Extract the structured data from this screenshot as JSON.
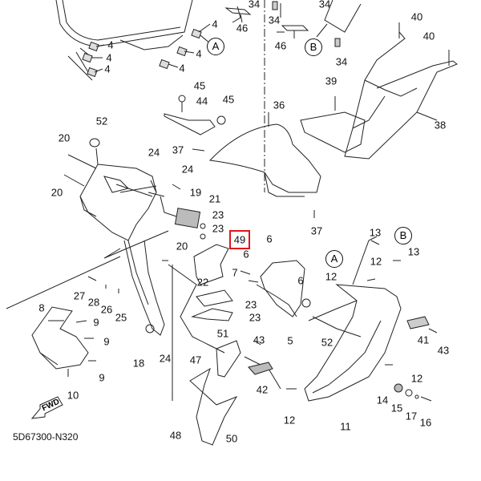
{
  "diagram": {
    "catalog_code": "5D67300-N320",
    "direction_mark": "FWD",
    "highlight_color": "#e0141c",
    "highlighted_part": "49",
    "callouts": [
      {
        "id": "c1",
        "num": "4"
      },
      {
        "id": "c2",
        "num": "4"
      },
      {
        "id": "c3",
        "num": "4"
      },
      {
        "id": "c4",
        "num": "4"
      },
      {
        "id": "c5",
        "num": "4"
      },
      {
        "id": "c6",
        "num": "4"
      },
      {
        "id": "c7",
        "num": "34"
      },
      {
        "id": "c8",
        "num": "34"
      },
      {
        "id": "c9",
        "num": "34"
      },
      {
        "id": "c10",
        "num": "34"
      },
      {
        "id": "c11",
        "num": "46"
      },
      {
        "id": "c12",
        "num": "46"
      },
      {
        "id": "c13",
        "num": "40"
      },
      {
        "id": "c14",
        "num": "40"
      },
      {
        "id": "c15",
        "num": "39"
      },
      {
        "id": "c16",
        "num": "38"
      },
      {
        "id": "c17",
        "num": "36"
      },
      {
        "id": "c18",
        "num": "45"
      },
      {
        "id": "c19",
        "num": "44"
      },
      {
        "id": "c20",
        "num": "45"
      },
      {
        "id": "c21",
        "num": "52"
      },
      {
        "id": "c22",
        "num": "20"
      },
      {
        "id": "c23",
        "num": "20"
      },
      {
        "id": "c24",
        "num": "37"
      },
      {
        "id": "c25",
        "num": "24"
      },
      {
        "id": "c26",
        "num": "24"
      },
      {
        "id": "c27",
        "num": "19"
      },
      {
        "id": "c28",
        "num": "21"
      },
      {
        "id": "c29",
        "num": "23"
      },
      {
        "id": "c30",
        "num": "23"
      },
      {
        "id": "c31",
        "num": "37"
      },
      {
        "id": "c32",
        "num": "49"
      },
      {
        "id": "c33",
        "num": "20"
      },
      {
        "id": "c34",
        "num": "6"
      },
      {
        "id": "c35",
        "num": "6"
      },
      {
        "id": "c36",
        "num": "6"
      },
      {
        "id": "c37",
        "num": "7"
      },
      {
        "id": "c38",
        "num": "13"
      },
      {
        "id": "c39",
        "num": "13"
      },
      {
        "id": "c40",
        "num": "12"
      },
      {
        "id": "c41",
        "num": "12"
      },
      {
        "id": "c42",
        "num": "22"
      },
      {
        "id": "c43",
        "num": "23"
      },
      {
        "id": "c44",
        "num": "23"
      },
      {
        "id": "c45",
        "num": "51"
      },
      {
        "id": "c46",
        "num": "5"
      },
      {
        "id": "c47",
        "num": "52"
      },
      {
        "id": "c48",
        "num": "27"
      },
      {
        "id": "c49",
        "num": "28"
      },
      {
        "id": "c50",
        "num": "26"
      },
      {
        "id": "c51",
        "num": "25"
      },
      {
        "id": "c52",
        "num": "8"
      },
      {
        "id": "c53",
        "num": "9"
      },
      {
        "id": "c54",
        "num": "9"
      },
      {
        "id": "c55",
        "num": "9"
      },
      {
        "id": "c56",
        "num": "10"
      },
      {
        "id": "c57",
        "num": "18"
      },
      {
        "id": "c58",
        "num": "24"
      },
      {
        "id": "c59",
        "num": "47"
      },
      {
        "id": "c60",
        "num": "43"
      },
      {
        "id": "c61",
        "num": "42"
      },
      {
        "id": "c62",
        "num": "48"
      },
      {
        "id": "c63",
        "num": "50"
      },
      {
        "id": "c64",
        "num": "41"
      },
      {
        "id": "c65",
        "num": "43"
      },
      {
        "id": "c66",
        "num": "12"
      },
      {
        "id": "c67",
        "num": "14"
      },
      {
        "id": "c68",
        "num": "15"
      },
      {
        "id": "c69",
        "num": "17"
      },
      {
        "id": "c70",
        "num": "16"
      },
      {
        "id": "c71",
        "num": "12"
      },
      {
        "id": "c72",
        "num": "11"
      }
    ],
    "reference_marks": [
      {
        "id": "r1",
        "letter": "A"
      },
      {
        "id": "r2",
        "letter": "B"
      },
      {
        "id": "r3",
        "letter": "A"
      },
      {
        "id": "r4",
        "letter": "B"
      }
    ]
  }
}
